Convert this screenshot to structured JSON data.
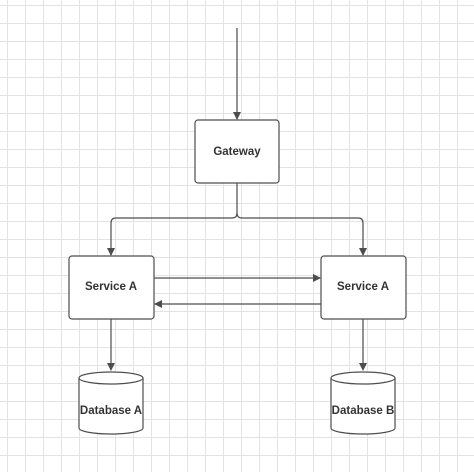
{
  "diagram": {
    "nodes": {
      "gateway": {
        "label": "Gateway"
      },
      "service_a_left": {
        "label": "Service A"
      },
      "service_a_right": {
        "label": "Service A"
      },
      "database_a": {
        "label": "Database A"
      },
      "database_b": {
        "label": "Database B"
      }
    },
    "edges": [
      {
        "from": "top",
        "to": "gateway"
      },
      {
        "from": "gateway",
        "to": "service_a_left"
      },
      {
        "from": "gateway",
        "to": "service_a_right"
      },
      {
        "from": "service_a_left",
        "to": "service_a_right"
      },
      {
        "from": "service_a_right",
        "to": "service_a_left"
      },
      {
        "from": "service_a_left",
        "to": "database_a"
      },
      {
        "from": "service_a_right",
        "to": "database_b"
      }
    ],
    "colors": {
      "stroke": "#4d4d4d",
      "node_fill": "#ffffff",
      "grid": "#e3e3e3",
      "text": "#333333"
    }
  }
}
